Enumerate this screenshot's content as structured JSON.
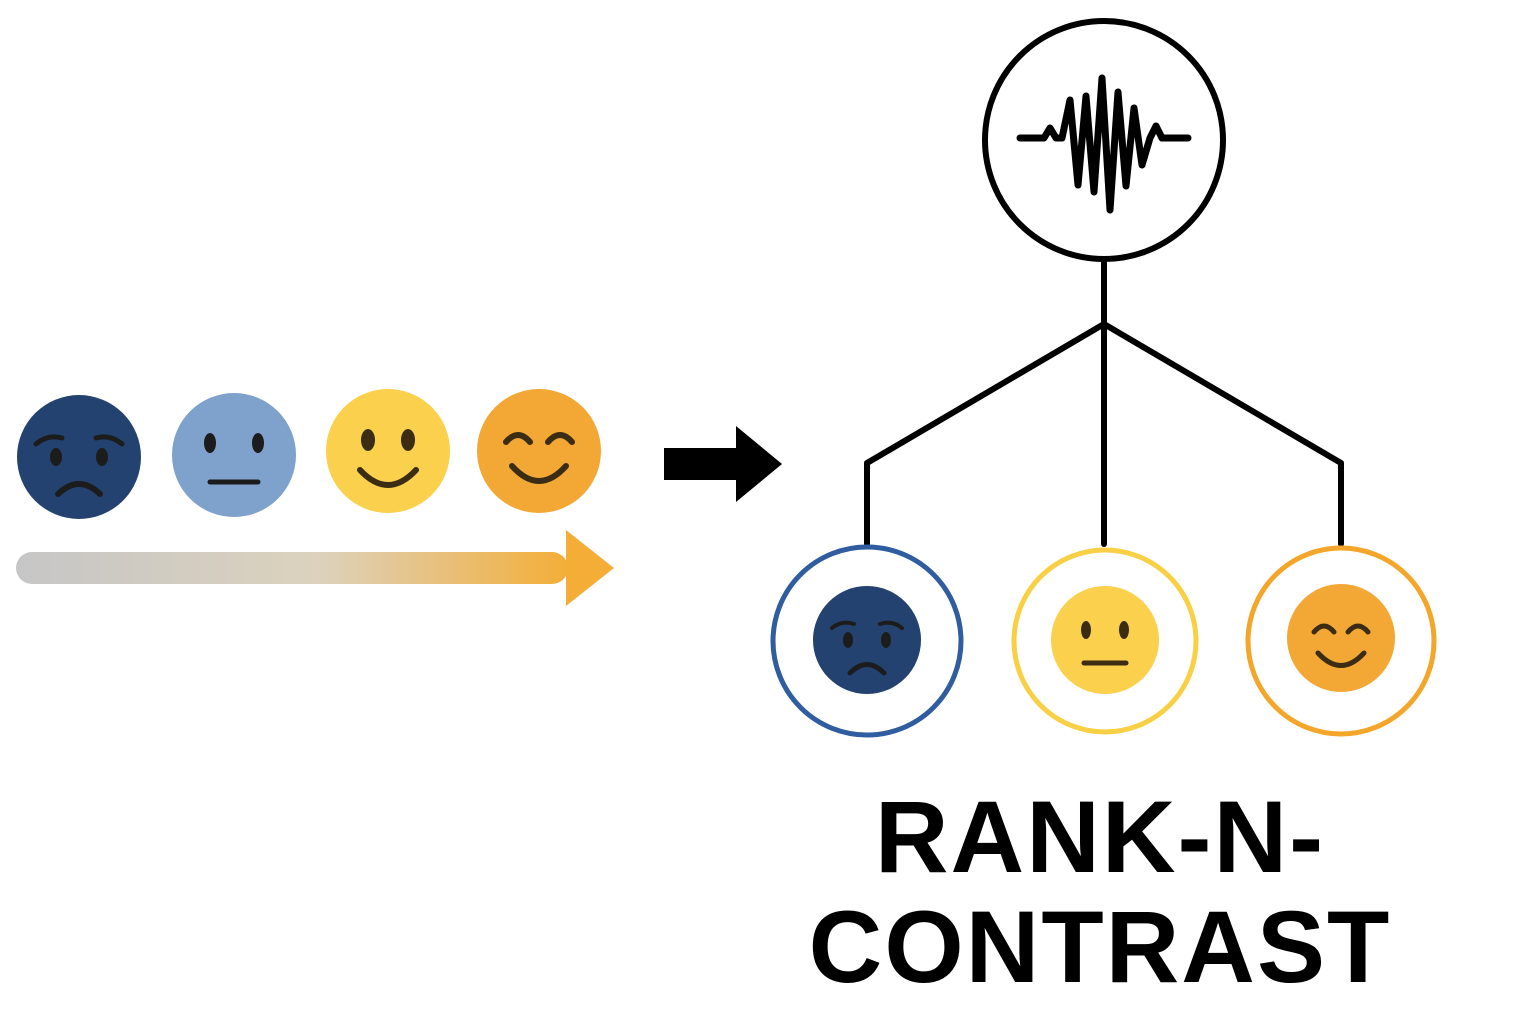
{
  "title": {
    "line1": "RANK-N-",
    "line2": "CONTRAST"
  },
  "colors": {
    "dark_blue": "#24426f",
    "light_blue": "#7fa2cc",
    "yellow": "#fbd04c",
    "orange": "#f3a734",
    "ring_blue": "#2f5da0",
    "ring_yellow": "#f9cf43",
    "ring_orange": "#f4a62a",
    "face_feature": "#1c1c1c",
    "gradient_start": "#c6c6c6",
    "gradient_end": "#f4ae38"
  },
  "ordered_emotions": [
    {
      "emotion": "sad",
      "icon": "sad-face-icon"
    },
    {
      "emotion": "neutral",
      "icon": "neutral-face-icon"
    },
    {
      "emotion": "happy",
      "icon": "smiling-face-icon"
    },
    {
      "emotion": "very-happy",
      "icon": "smiling-eyes-face-icon"
    }
  ],
  "tree_leaves": [
    {
      "emotion": "sad",
      "icon": "sad-face-icon"
    },
    {
      "emotion": "neutral",
      "icon": "neutral-face-icon"
    },
    {
      "emotion": "very-happy",
      "icon": "smiling-eyes-face-icon"
    }
  ],
  "root_icon": "waveform-icon",
  "arrow_icon": "right-arrow-icon"
}
